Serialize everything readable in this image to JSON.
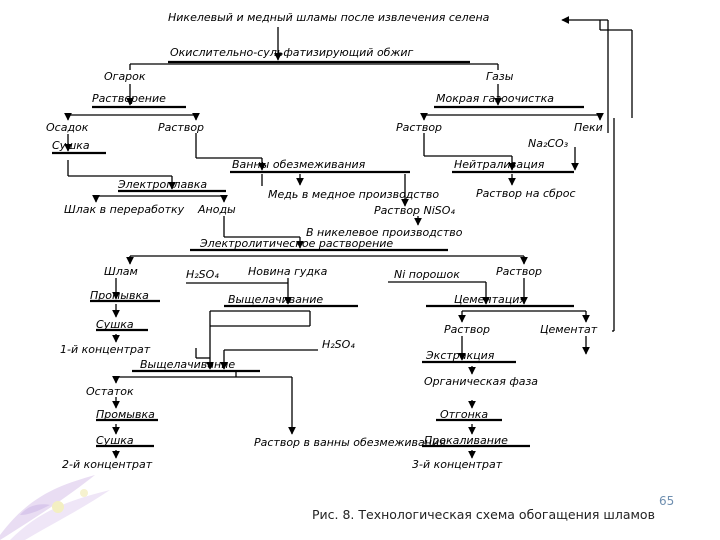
{
  "page_number": "65",
  "caption": "Рис. 8. Технологическая схема обогащения шламов",
  "nodes": {
    "n1": "Никелевый и медный шламы после извлечения селена",
    "n2": "Окислительно-сульфатизирующий обжиг",
    "n3": "Огарок",
    "n4": "Газы",
    "n5": "Растворение",
    "n6": "Мокрая газоочистка",
    "n7": "Осадок",
    "n8": "Раствор",
    "n9": "Раствор",
    "n10": "Пеки",
    "n11": "Сушка",
    "n12": "Ванны обезмеживания",
    "n13": "Нейтрализация",
    "n14": "Электроплавка",
    "n15": "Медь в медное производство",
    "n16": "Раствор NiSO₄",
    "n17": "Раствор на сброс",
    "n18": "Шлак в переработку",
    "n19": "Аноды",
    "n20": "В никелевое производство",
    "n21": "Электролитическое растворение",
    "n22": "Шлам",
    "n23": "Новина гудка",
    "n24": "Ni порошок",
    "n25": "Раствор",
    "n26": "Промывка",
    "n27": "Выщелачивание",
    "n28": "Цементация",
    "n29": "Сушка",
    "n30": "Раствор",
    "n31": "Цементат",
    "n32": "1-й концентрат",
    "n33": "Экстракция",
    "n34": "Выщелачивание",
    "n35": "Органическая фаза",
    "n36": "Остаток",
    "n37": "Промывка",
    "n38": "Отгонка",
    "n39": "Сушка",
    "n40": "Прокаливание",
    "n41": "2-й концентрат",
    "n42": "Раствор в ванны обезмеживания",
    "n43": "3-й концентрат"
  },
  "reagents": {
    "na2co3": "Na₂CO₃",
    "h2so4_a": "H₂SO₄",
    "h2so4_b": "H₂SO₄"
  }
}
